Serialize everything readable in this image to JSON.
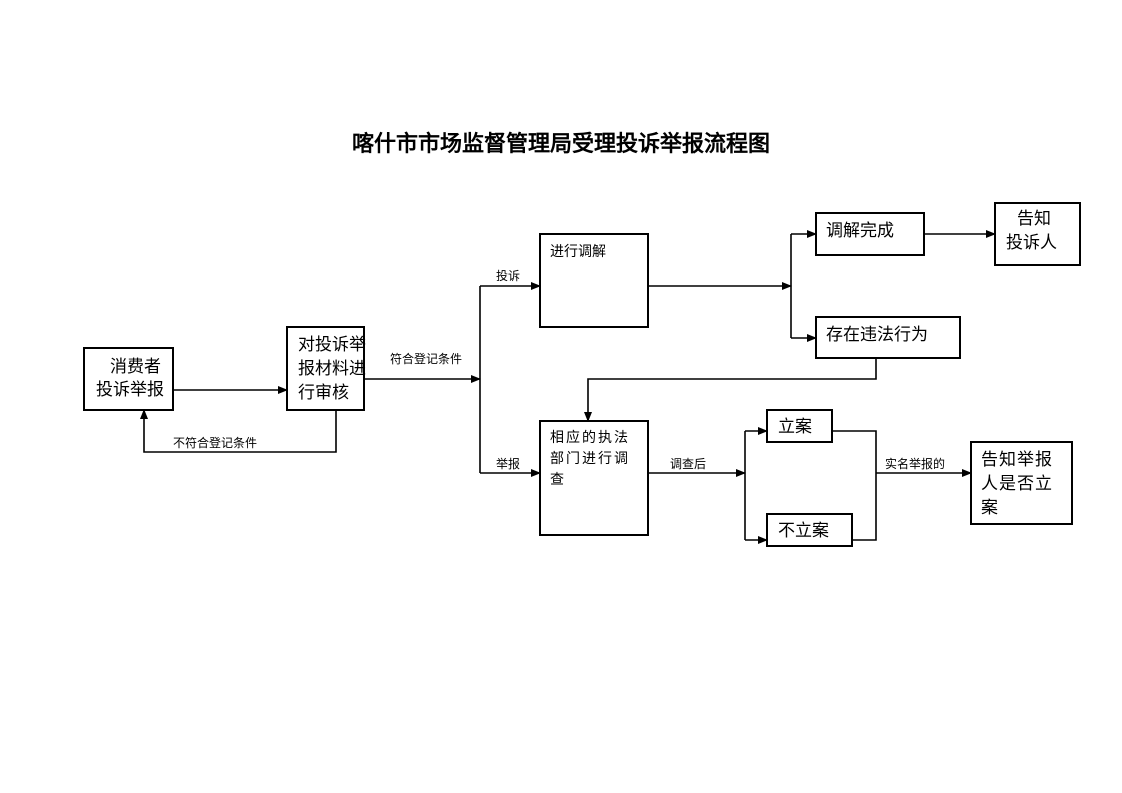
{
  "title": "喀什市市场监督管理局受理投诉举报流程图",
  "nodes": {
    "consumer": [
      "消费者",
      "投诉举报"
    ],
    "review": [
      "对投诉举",
      "报材料进",
      "行审核"
    ],
    "mediation": "进行调解",
    "investigation": [
      "相应的执法",
      "部门进行调",
      "查"
    ],
    "mediation_done": "调解完成",
    "notify_complainant": [
      "告知",
      "投诉人"
    ],
    "illegal_conduct": "存在违法行为",
    "file_case": "立案",
    "no_case": "不立案",
    "notify_reporter": [
      "告知举报",
      "人是否立",
      "案"
    ]
  },
  "edge_labels": {
    "not_qualified": "不符合登记条件",
    "qualified": "符合登记条件",
    "complaint": "投诉",
    "report": "举报",
    "after_investigation": "调查后",
    "real_name_report": "实名举报的"
  },
  "colors": {
    "stroke": "#000000",
    "background": "#ffffff"
  }
}
